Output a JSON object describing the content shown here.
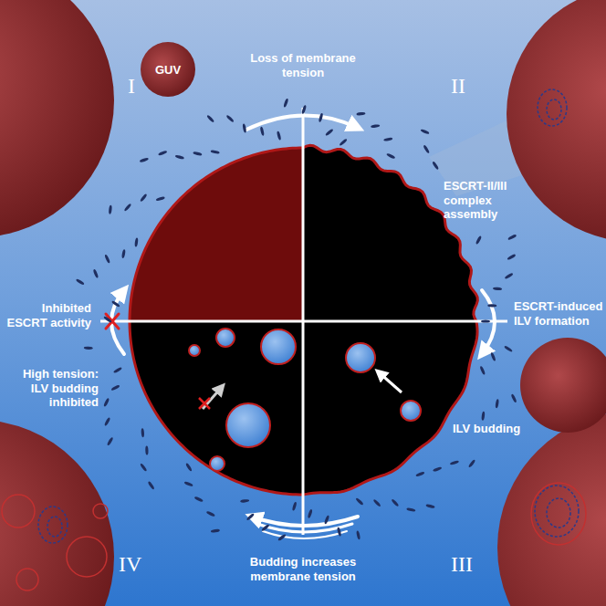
{
  "diagram": {
    "nodes": [
      {
        "text": [
          "GUV"
        ]
      }
    ],
    "labels": [
      "I",
      "Loss of membrane tension",
      "II",
      "ESCRT-II/III complex assembly",
      "Inhibited ESCRT activity",
      "ESCRT-induced ILV formation",
      "High tension: ILV budding inhibited",
      "ILV budding",
      "IV",
      "Budding increases membrane tension",
      "III"
    ]
  }
}
